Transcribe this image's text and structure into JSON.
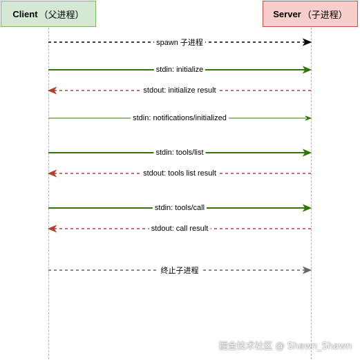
{
  "participants": {
    "client": {
      "name": "Client",
      "note": "（父进程）",
      "fill": "#d5e8d4",
      "stroke": "#82b366"
    },
    "server": {
      "name": "Server",
      "note": "（子进程）",
      "fill": "#f8cecc",
      "stroke": "#b85450"
    }
  },
  "colors": {
    "request": "#2d7600",
    "response": "#ae4132",
    "spawn": "#000000",
    "terminate": "#666666"
  },
  "messages": [
    {
      "label": "spawn 子进程",
      "direction": "right",
      "style": "dashed",
      "kind": "spawn"
    },
    {
      "label": "stdin: initialize",
      "direction": "right",
      "style": "solid",
      "kind": "request"
    },
    {
      "label": "stdout: initialize result",
      "direction": "left",
      "style": "dashed",
      "kind": "response"
    },
    {
      "label": "stdin: notifications/initialized",
      "direction": "right",
      "style": "thin",
      "kind": "request"
    },
    {
      "label": "stdin: tools/list",
      "direction": "right",
      "style": "solid",
      "kind": "request"
    },
    {
      "label": "stdout: tools list result",
      "direction": "left",
      "style": "dashed",
      "kind": "response"
    },
    {
      "label": "stdin: tools/call",
      "direction": "right",
      "style": "solid",
      "kind": "request"
    },
    {
      "label": "stdout: call result",
      "direction": "left",
      "style": "dashed",
      "kind": "response"
    },
    {
      "label": "终止子进程",
      "direction": "right",
      "style": "dashed",
      "kind": "terminate"
    }
  ],
  "watermark": "掘金技术社区 @ Shawn_Shawn"
}
